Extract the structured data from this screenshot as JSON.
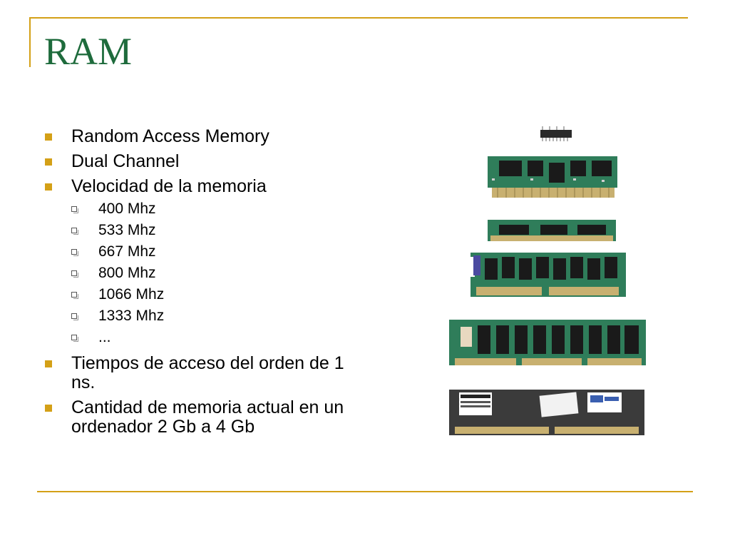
{
  "slide": {
    "title": "RAM",
    "bullets": [
      {
        "text": "Random Access Memory"
      },
      {
        "text": "Dual Channel"
      },
      {
        "text": "Velocidad de la memoria",
        "sub": [
          "400 Mhz",
          "533 Mhz",
          "667 Mhz",
          "800 Mhz",
          "1066 Mhz",
          "1333 Mhz",
          "..."
        ]
      },
      {
        "text": "Tiempos de acceso del orden de 1 ns."
      },
      {
        "text": "Cantidad de memoria actual en un ordenador 2 Gb a 4 Gb"
      }
    ]
  },
  "colors": {
    "accent": "#d4a017",
    "title": "#1e6b3c",
    "pcb_green": "#2f7d5a",
    "chip": "#1a1a1a",
    "gold_contacts": "#c8b070"
  }
}
